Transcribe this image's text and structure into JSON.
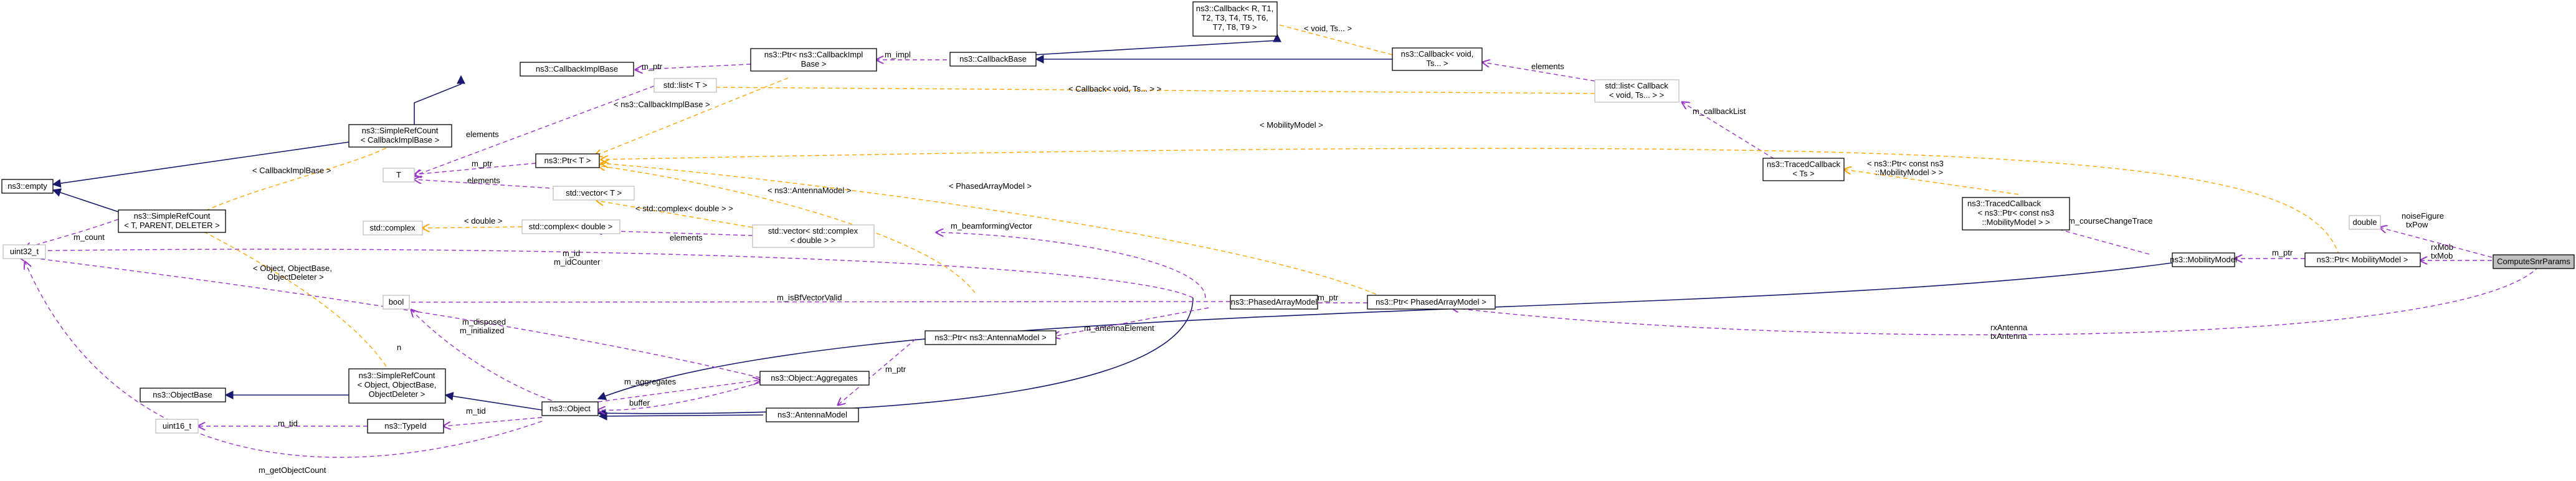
{
  "nodes": {
    "compute_snr_params": "ComputeSnrParams",
    "double": "double",
    "ptr_mobility_model": "ns3::Ptr< MobilityModel >",
    "mobility_model": "ns3::MobilityModel",
    "traced_callback_mobility": [
      "ns3::TracedCallback",
      "< ns3::Ptr< const ns3",
      "::MobilityModel > >"
    ],
    "traced_callback_ts": [
      "ns3::TracedCallback",
      "< Ts >"
    ],
    "std_list_callback": [
      "std::list< Callback",
      "< void, Ts... > >"
    ],
    "callback_void": [
      "ns3::Callback< void,",
      "Ts... >"
    ],
    "callback_r": [
      "ns3::Callback< R, T1,",
      "T2, T3, T4, T5, T6,",
      "T7, T8, T9 >"
    ],
    "callback_base": "ns3::CallbackBase",
    "ptr_callback_impl_base": [
      "ns3::Ptr< ns3::CallbackImpl",
      "Base >"
    ],
    "callback_impl_base": "ns3::CallbackImplBase",
    "std_list_t": "std::list< T >",
    "ptr_t": "ns3::Ptr< T >",
    "t": "T",
    "simple_ref_count_cib": [
      "ns3::SimpleRefCount",
      "< CallbackImplBase >"
    ],
    "empty": "ns3::empty",
    "simple_ref_count_t": [
      "ns3::SimpleRefCount",
      "< T, PARENT, DELETER >"
    ],
    "uint32": "uint32_t",
    "std_complex": "std::complex",
    "std_complex_double": "std::complex< double >",
    "std_vector_t": "std::vector< T >",
    "std_vector_complex": [
      "std::vector< std::complex",
      "< double > >"
    ],
    "bool": "bool",
    "ptr_phased_array_model": "ns3::Ptr< PhasedArrayModel >",
    "phased_array_model": "ns3::PhasedArrayModel",
    "ptr_antenna_model": "ns3::Ptr< ns3::AntennaModel >",
    "antenna_model": "ns3::AntennaModel",
    "object_aggregates": "ns3::Object::Aggregates",
    "object": "ns3::Object",
    "simple_ref_count_object": [
      "ns3::SimpleRefCount",
      "< Object, ObjectBase,",
      "ObjectDeleter >"
    ],
    "object_base": "ns3::ObjectBase",
    "type_id": "ns3::TypeId",
    "uint16": "uint16_t"
  },
  "edge_labels": {
    "noise_txpow": [
      "noiseFigure",
      "txPow"
    ],
    "rx_tx_mob": [
      "rxMob",
      "txMob"
    ],
    "m_ptr_mob": "m_ptr",
    "course_change": "m_courseChangeTrace",
    "tmpl_const_mob": [
      "< ns3::Ptr< const ns3",
      "::MobilityModel > >"
    ],
    "callback_list": "m_callbackList",
    "elements_list": "elements",
    "tmpl_void_ts": "< void, Ts... >",
    "tmpl_callback_void": "< Callback< void, Ts... > >",
    "m_impl": "m_impl",
    "m_ptr_cib": "m_ptr",
    "tmpl_cib_ptr": "< ns3::CallbackImplBase >",
    "elements_t": "elements",
    "m_ptr_t": "m_ptr",
    "elements_t2": "elements",
    "tmpl_cib": "< CallbackImplBase >",
    "tmpl_mobility": "< MobilityModel >",
    "tmpl_phased": "< PhasedArrayModel >",
    "tmpl_antenna": "< ns3::AntennaModel >",
    "m_count": "m_count",
    "tmpl_double": "< double >",
    "tmpl_complex_double": "< std::complex< double > >",
    "elements_vec": "elements",
    "beamforming": "m_beamformingVector",
    "m_id": [
      "m_id",
      "m_idCounter"
    ],
    "tmpl_object": [
      "< Object, ObjectBase,",
      "ObjectDeleter >"
    ],
    "bf_valid": "m_isBfVectorValid",
    "m_ptr_pam": "m_ptr",
    "antenna_element": "m_antennaElement",
    "rx_tx_antenna": [
      "rxAntenna",
      "txAntenna"
    ],
    "m_disposed": [
      "m_disposed",
      "m_initialized"
    ],
    "n": "n",
    "m_aggregates": "m_aggregates",
    "buffer": "buffer",
    "m_ptr_am": "m_ptr",
    "m_tid": "m_tid",
    "m_tid2": "m_tid",
    "get_object_count": "m_getObjectCount"
  },
  "colors": {
    "inheritance": "#191970",
    "usage": "#9a32cd",
    "template": "#ffa500",
    "focus_fill": "#bfbfbf",
    "undocumented_border": "#bfbfbf"
  }
}
